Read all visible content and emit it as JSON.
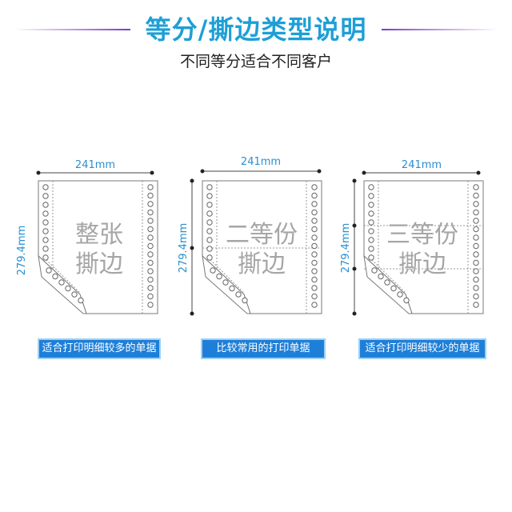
{
  "header": {
    "title": "等分/撕边类型说明",
    "subtitle": "不同等分适合不同客户"
  },
  "colors": {
    "title": "#1e9fd6",
    "accent_line": "#7c3ac8",
    "dimension": "#2a8fd0",
    "caption_bg": "#1e7fd8",
    "paper_outline": "#7a7a7a",
    "watermark_text": "#a6a6a6"
  },
  "panels": [
    {
      "width_label": "241mm",
      "height_label": "279.4mm",
      "line1": "整张",
      "line2": "撕边",
      "caption": "适合打印明细较多的单据"
    },
    {
      "width_label": "241mm",
      "height_label": "279.4mm",
      "line1": "二等份",
      "line2": "撕边",
      "caption": "比较常用的打印单据"
    },
    {
      "width_label": "241mm",
      "height_label": "279.4mm",
      "line1": "三等份",
      "line2": "撕边",
      "caption": "适合打印明细较少的单据"
    }
  ]
}
